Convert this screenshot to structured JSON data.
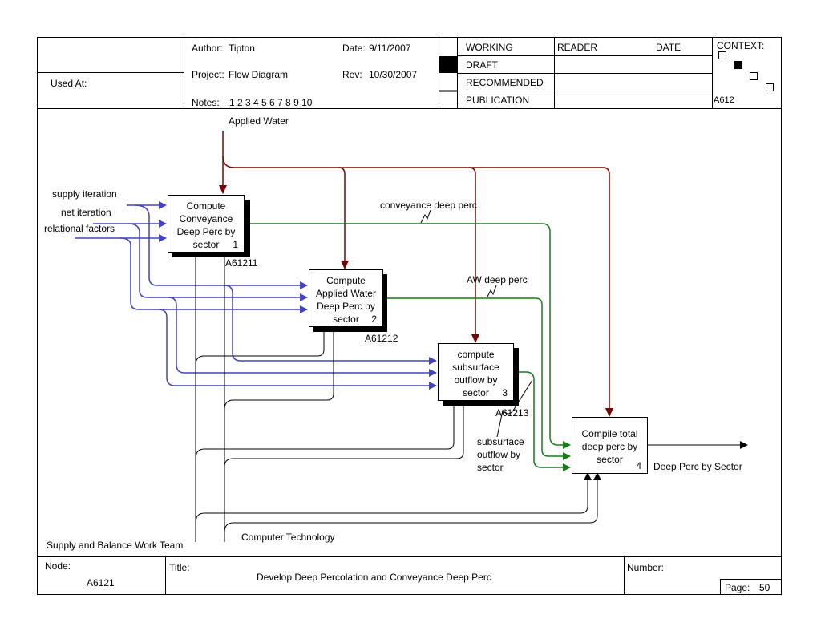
{
  "header": {
    "used_at_label": "Used At:",
    "author_label": "Author:",
    "author": "Tipton",
    "date_label": "Date:",
    "date": "9/11/2007",
    "project_label": "Project:",
    "project": "Flow Diagram",
    "rev_label": "Rev:",
    "rev": "10/30/2007",
    "notes_label": "Notes:",
    "notes": "1 2 3 4 5 6 7 8 9 10",
    "status_rows": [
      {
        "label": "WORKING",
        "selected": false
      },
      {
        "label": "DRAFT",
        "selected": true
      },
      {
        "label": "RECOMMENDED",
        "selected": false
      },
      {
        "label": "PUBLICATION",
        "selected": false
      }
    ],
    "reader_label": "READER",
    "reader_date_label": "DATE",
    "context_label": "CONTEXT:",
    "context_node": "A612",
    "context_selected_index": 1
  },
  "diagram": {
    "activities": [
      {
        "id": 1,
        "lines": [
          "Compute",
          "Conveyance",
          "Deep Perc by",
          "sector"
        ],
        "ref": "A61211"
      },
      {
        "id": 2,
        "lines": [
          "Compute",
          "Applied Water",
          "Deep Perc by",
          "sector"
        ],
        "ref": "A61212"
      },
      {
        "id": 3,
        "lines": [
          "compute",
          "subsurface",
          "outflow by",
          "sector"
        ],
        "ref": "A61213"
      },
      {
        "id": 4,
        "lines": [
          "Compile total",
          "deep perc by",
          "sector"
        ],
        "ref": ""
      }
    ],
    "inputs": [
      "supply iteration",
      "net iteration",
      "relational factors"
    ],
    "control": "Applied Water",
    "flows": {
      "conveyance": "conveyance deep perc",
      "aw": "AW deep perc",
      "subsurface": [
        "subsurface",
        "outflow by",
        "sector"
      ]
    },
    "output": "Deep Perc by Sector",
    "mechanisms": [
      "Supply and Balance Work Team",
      "Computer Technology"
    ],
    "colors": {
      "input": "#4444bb",
      "control": "#7b0000",
      "flow": "#1a7a1a",
      "mechanism": "#000000"
    }
  },
  "footer": {
    "node_label": "Node:",
    "node": "A6121",
    "title_label": "Title:",
    "title": "Develop Deep Percolation and Conveyance Deep Perc",
    "number_label": "Number:",
    "page_label": "Page:",
    "page": "50"
  }
}
